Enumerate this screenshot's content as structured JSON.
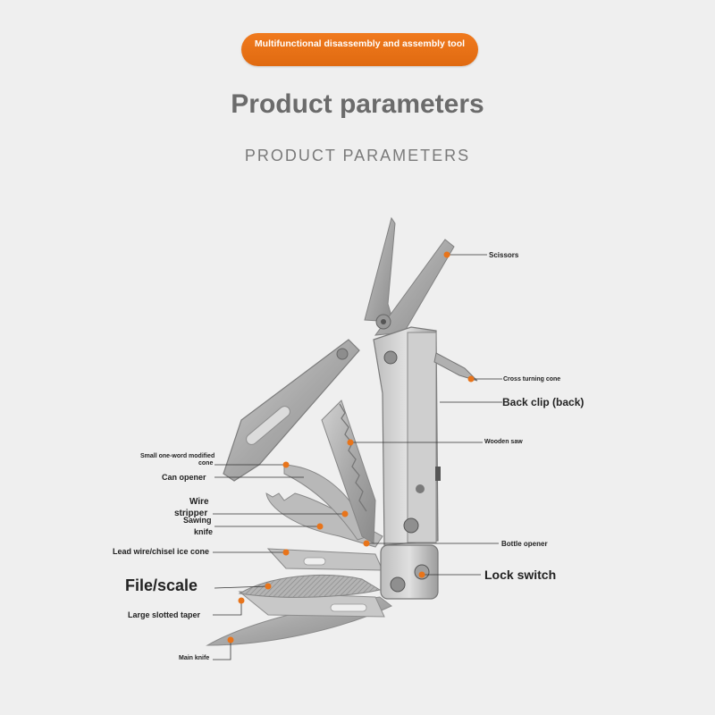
{
  "header": {
    "badge": "Multifunctional disassembly and assembly tool",
    "title": "Product parameters",
    "subtitle": "PRODUCT PARAMETERS"
  },
  "labels": {
    "scissors": "Scissors",
    "cross_turning_cone": "Cross turning cone",
    "back_clip": "Back clip (back)",
    "wooden_saw": "Wooden saw",
    "small_cone_line1": "Small one-word modified",
    "small_cone_line2": "cone",
    "can_opener": "Can opener",
    "wire": "Wire",
    "stripper": "stripper",
    "sawing": "Sawing",
    "knife": "knife",
    "lead_wire": "Lead wire/chisel ice cone",
    "bottle_opener": "Bottle opener",
    "lock_switch": "Lock switch",
    "file_scale": "File/scale",
    "large_slotted_taper": "Large slotted taper",
    "main_knife": "Main knife"
  },
  "colors": {
    "accent": "#e8741a",
    "background": "#efefef",
    "steel": "#a9a9a9",
    "steel_dark": "#6f6f6f"
  }
}
